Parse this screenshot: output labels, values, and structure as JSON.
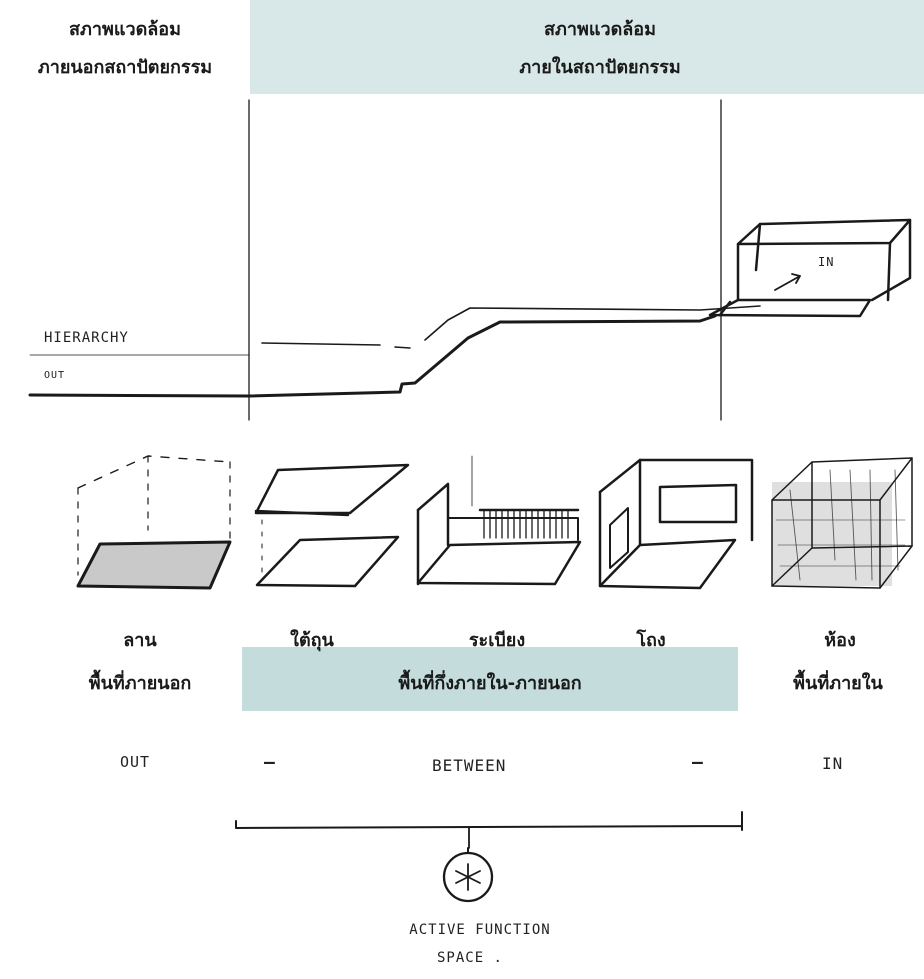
{
  "header": {
    "outside_line1": "สภาพแวดล้อม",
    "outside_line2": "ภายนอกสถาปัตยกรรม",
    "inside_line1": "สภาพแวดล้อม",
    "inside_line2": "ภายในสถาปัตยกรรม"
  },
  "sketch": {
    "hierarchy_label": "HIERARCHY",
    "out_label": "OUT",
    "in_label": "IN"
  },
  "spaces": [
    {
      "name": "ลาน"
    },
    {
      "name": "ใต้ถุน"
    },
    {
      "name": "ระเบียง"
    },
    {
      "name": "โถง"
    },
    {
      "name": "ห้อง"
    }
  ],
  "zones": {
    "outside": "พื้นที่ภายนอก",
    "between": "พื้นที่กึ่งภายใน-ภายนอก",
    "inside": "พื้นที่ภายใน"
  },
  "handwritten": {
    "out": "OUT",
    "dash_left": "–",
    "between": "BETWEEN",
    "dash_right": "–",
    "in": "IN",
    "active_line1": "ACTIVE FUNCTION",
    "active_line2": "SPACE ."
  },
  "colors": {
    "header_band": "#d8e8e8",
    "zone_band": "#c4dcdc",
    "ink": "#1a1a1a"
  }
}
